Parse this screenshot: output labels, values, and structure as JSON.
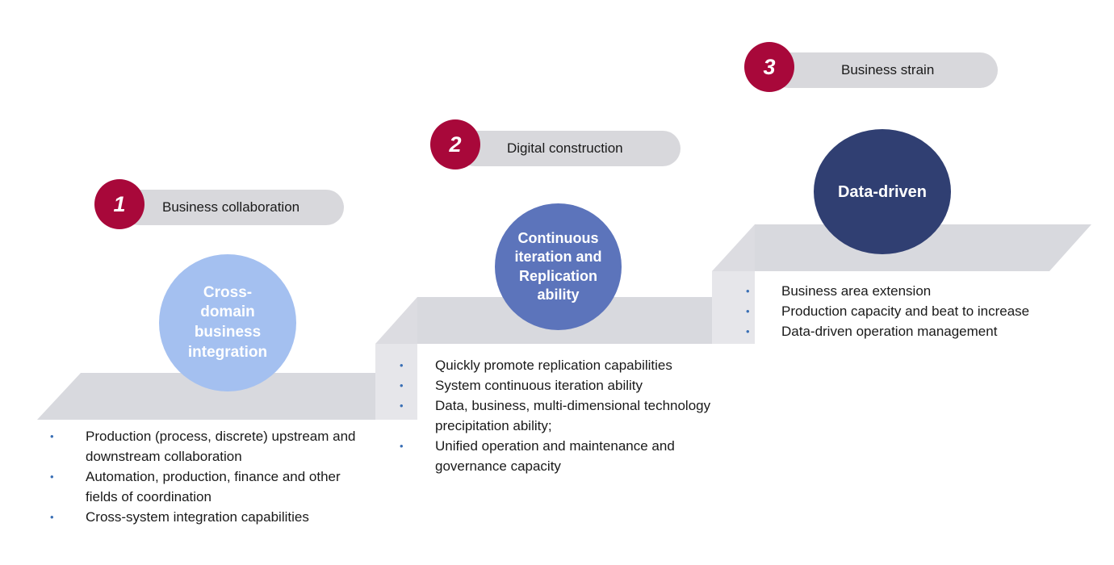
{
  "stages": [
    {
      "number": "1",
      "label": "Business collaboration",
      "circle_text": "Cross-domain business integration",
      "circle_color": "#a4c0f0",
      "bullets": [
        "Production (process, discrete) upstream and downstream collaboration",
        "Automation, production, finance and other fields of coordination",
        "Cross-system integration capabilities"
      ]
    },
    {
      "number": "2",
      "label": "Digital construction",
      "circle_text": "Continuous iteration and Replication ability",
      "circle_color": "#5c74bb",
      "bullets": [
        "Quickly promote replication capabilities",
        "System continuous iteration ability",
        "Data, business, multi-dimensional technology precipitation ability;",
        "Unified operation and maintenance and governance capacity"
      ]
    },
    {
      "number": "3",
      "label": "Business strain",
      "circle_text": "Data-driven",
      "circle_color": "#303f72",
      "bullets": [
        "Business area extension",
        "Production capacity and beat to increase",
        "Data-driven operation management"
      ]
    }
  ],
  "colors": {
    "badge": "#a8083a",
    "pill": "#d8d8dc",
    "step_top": "#d8d9de",
    "step_riser": "#e6e6ea",
    "bullet_dot": "#3a6fb5"
  }
}
